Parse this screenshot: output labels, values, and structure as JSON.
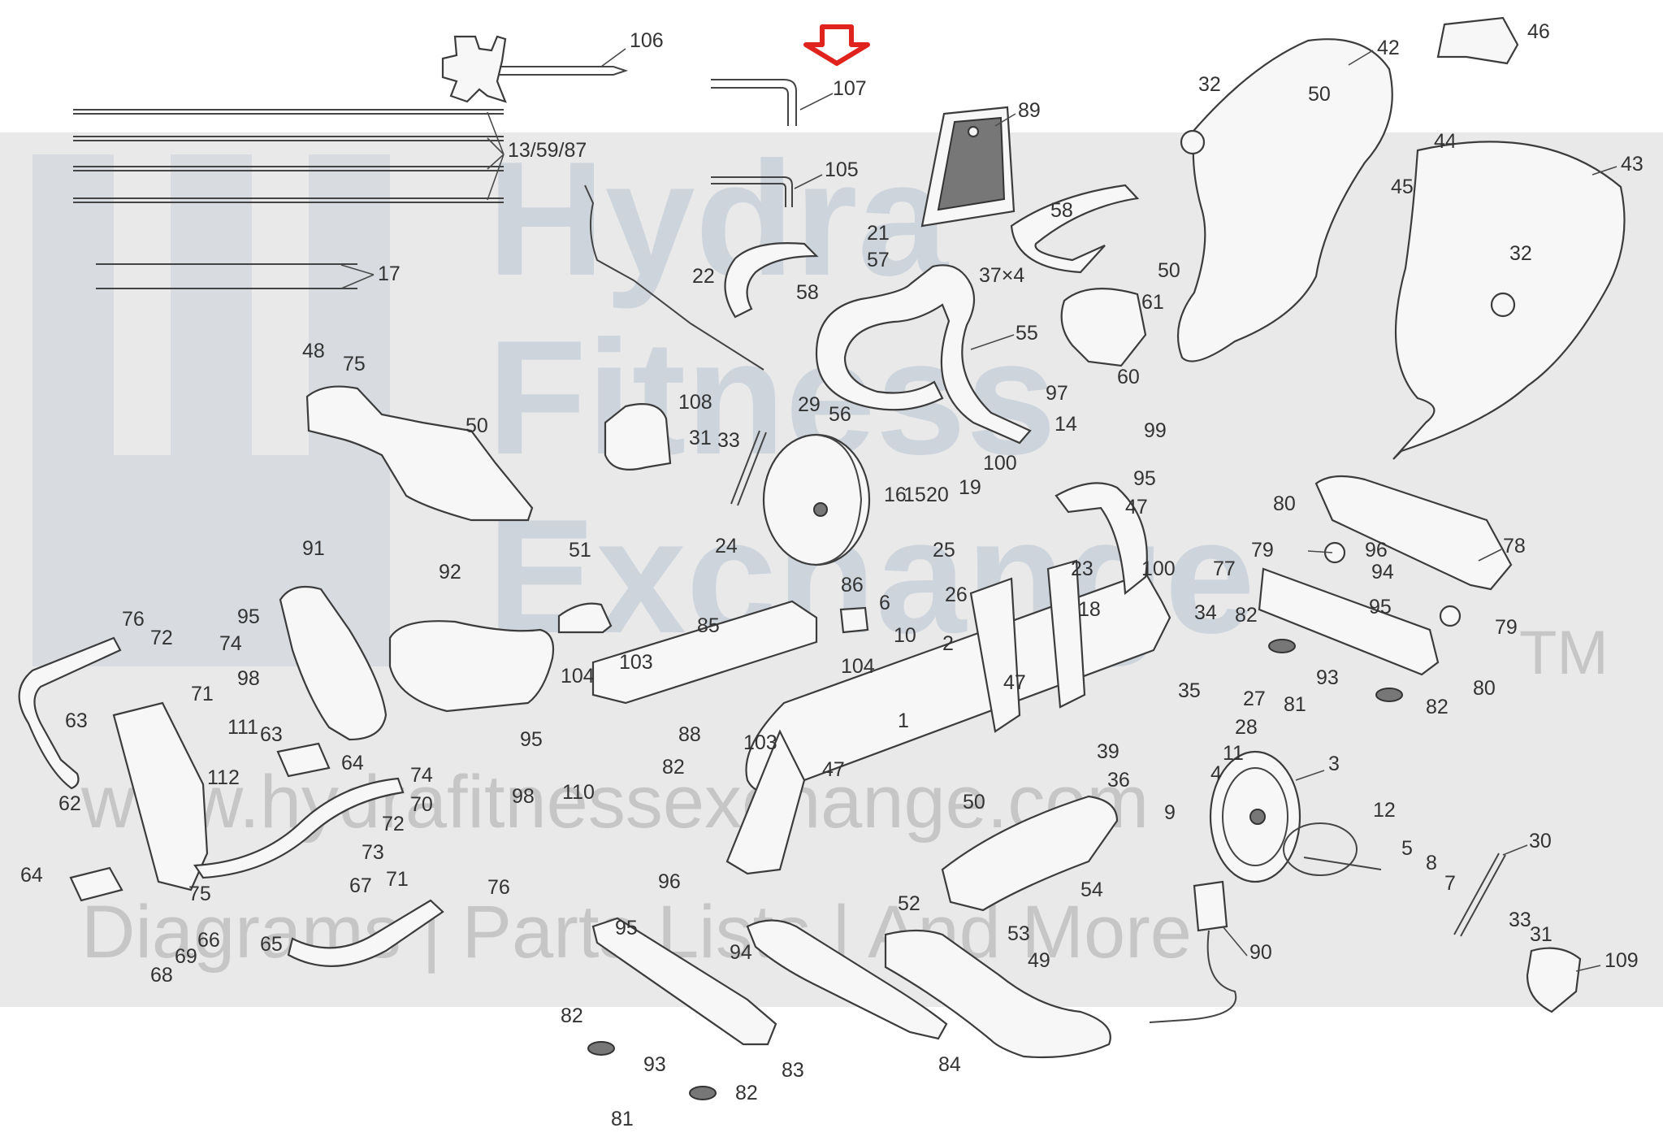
{
  "watermark": {
    "brand_lines": [
      "Hydra",
      "Fitness",
      "Exchange"
    ],
    "trademark": "TM",
    "website": "www.hydrafitnessexchange.com",
    "tagline": "Diagrams | Parts Lists | And More"
  },
  "highlight": {
    "part": "107",
    "color": "#e0231c"
  },
  "colors": {
    "line": "#3c3c3c",
    "band": "#e9e9e9",
    "watermark": "#b8c4d2"
  },
  "labels": {
    "l106": "106",
    "l107": "107",
    "l105": "105",
    "l13_59_87": "13/59/87",
    "l17": "17",
    "l22": "22",
    "l58a": "58",
    "l89": "89",
    "l21": "21",
    "l57": "57",
    "l37x4": "37×4",
    "l55": "55",
    "l56": "56",
    "l58b": "58",
    "l32a": "32",
    "l42": "42",
    "l46": "46",
    "l50a": "50",
    "l44": "44",
    "l45": "45",
    "l43": "43",
    "l32b": "32",
    "l50b": "50",
    "l61": "61",
    "l60": "60",
    "l97": "97",
    "l48": "48",
    "l75a": "75",
    "l50c": "50",
    "l108": "108",
    "l31a": "31",
    "l33a": "33",
    "l29": "29",
    "l24": "24",
    "l14": "14",
    "l99": "99",
    "l100a": "100",
    "l95a": "95",
    "l47a": "47",
    "l16": "16",
    "l15": "15",
    "l20": "20",
    "l19": "19",
    "l25": "25",
    "l23": "23",
    "l26": "26",
    "l100b": "100",
    "l80a": "80",
    "l79a": "79",
    "l96a": "96",
    "l94a": "94",
    "l78": "78",
    "l77": "77",
    "l95b": "95",
    "l82a": "82",
    "l79b": "79",
    "l80b": "80",
    "l93a": "93",
    "l81a": "81",
    "l82b": "82",
    "l91": "91",
    "l92": "92",
    "l51": "51",
    "l86": "86",
    "l6": "6",
    "l10": "10",
    "l2": "2",
    "l18": "18",
    "l34": "34",
    "l85": "85",
    "l104a": "104",
    "l103a": "103",
    "l104b": "104",
    "l47b": "47",
    "l35": "35",
    "l27": "27",
    "l28": "28",
    "l39": "39",
    "l36": "36",
    "l11": "11",
    "l9": "9",
    "l4": "4",
    "l3": "3",
    "l1": "1",
    "l76a": "76",
    "l72a": "72",
    "l74a": "74",
    "l95c": "95",
    "l98a": "98",
    "l71a": "71",
    "l63a": "63",
    "l111": "111",
    "l63b": "63",
    "l64a": "64",
    "l62": "62",
    "l112": "112",
    "l95d": "95",
    "l98b": "98",
    "l88": "88",
    "l82c": "82",
    "l103b": "103",
    "l110": "110",
    "l47c": "47",
    "l50d": "50",
    "l74b": "74",
    "l70": "70",
    "l72b": "72",
    "l73": "73",
    "l71b": "71",
    "l75b": "75",
    "l12": "12",
    "l5": "5",
    "l8": "8",
    "l7": "7",
    "l30": "30",
    "l64b": "64",
    "l67": "67",
    "l76b": "76",
    "l66": "66",
    "l65": "65",
    "l69": "69",
    "l68": "68",
    "l96b": "96",
    "l95e": "95",
    "l94b": "94",
    "l52": "52",
    "l54": "54",
    "l53": "53",
    "l49": "49",
    "l90": "90",
    "l33b": "33",
    "l31b": "31",
    "l109": "109",
    "l82d": "82",
    "l93b": "93",
    "l83": "83",
    "l84": "84",
    "l81b": "81",
    "l82e": "82"
  }
}
